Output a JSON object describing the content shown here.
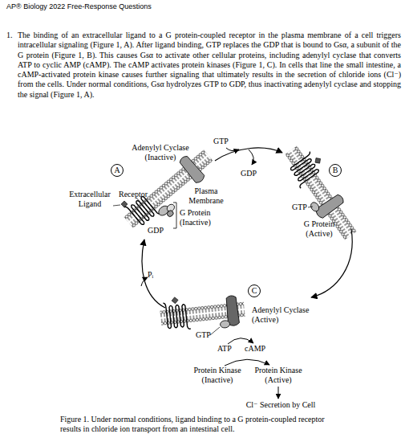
{
  "diagram": {
    "caption": "Figure 1. Under normal conditions, ligand binding to a G protein-coupled receptor results in chloride ion transport from an intestinal cell.",
    "nodes": [
      {
        "text": [
          "A"
        ]
      },
      {
        "text": [
          "B"
        ]
      },
      {
        "text": [
          "C"
        ]
      }
    ],
    "labels": [
      "AP® Biology 2022 Free-Response Questions",
      "1.",
      "The binding of an extracellular ligand to a G protein-coupled receptor in the plasma membrane of a cell triggers intracellular signaling (Figure 1, A). After ligand binding, GTP replaces the GDP that is bound to Gsα, a subunit of the G protein (Figure 1, B). This causes Gsα to activate other cellular proteins, including adenylyl cyclase that converts ATP to cyclic AMP (cAMP). The cAMP activates protein kinases (Figure 1, C). In cells that line the small intestine, a cAMP-activated protein kinase causes further signaling that ultimately results in the secretion of chloride ions (Cl⁻) from the cells. Under normal conditions, Gsα hydrolyzes GTP to GDP, thus inactivating adenylyl cyclase and stopping the signal (Figure 1, A).",
      "GTP",
      "Adenylyl Cyclase (Inactive)",
      "GDP",
      "Plasma Membrane",
      "Extracellular Ligand",
      "Receptor",
      "GDP",
      "G Protein (Inactive)",
      "GTP",
      "G Protein (Active)",
      "Pᵢ",
      "Adenylyl Cyclase (Active)",
      "GTP",
      "ATP",
      "cAMP",
      "Protein Kinase (Inactive)",
      "Protein Kinase (Active)",
      "Cl⁻ Secretion by Cell"
    ]
  }
}
